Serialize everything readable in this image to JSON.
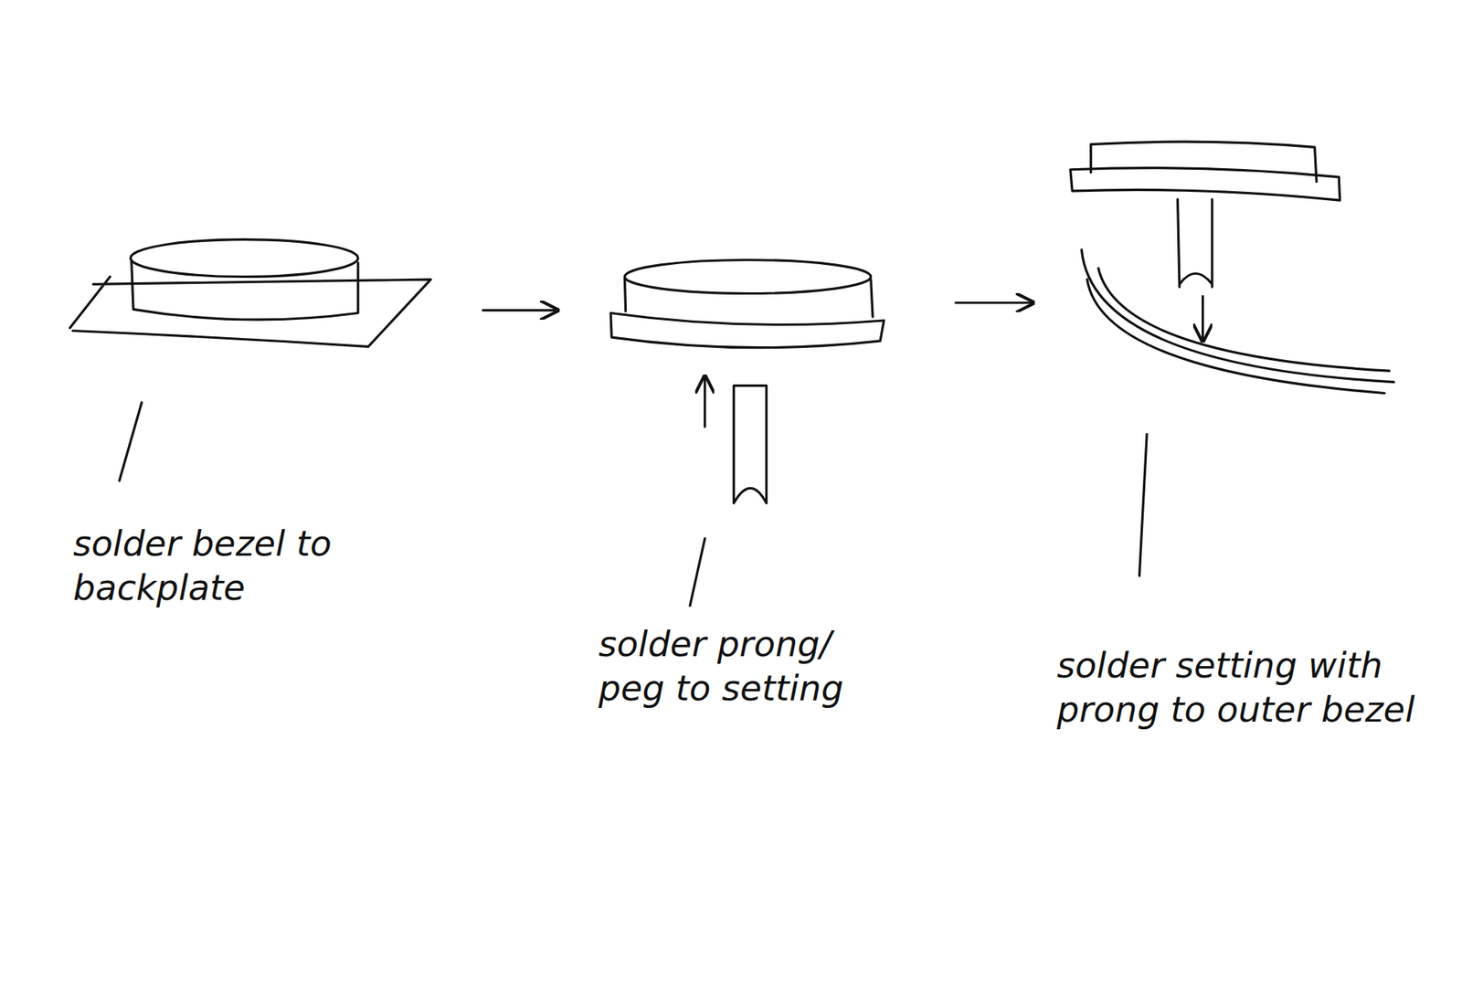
{
  "diagram": {
    "labels": [
      "solder bezel to backplate",
      "solder prong/ peg to setting",
      "solder setting with prong to outer bezel"
    ]
  }
}
